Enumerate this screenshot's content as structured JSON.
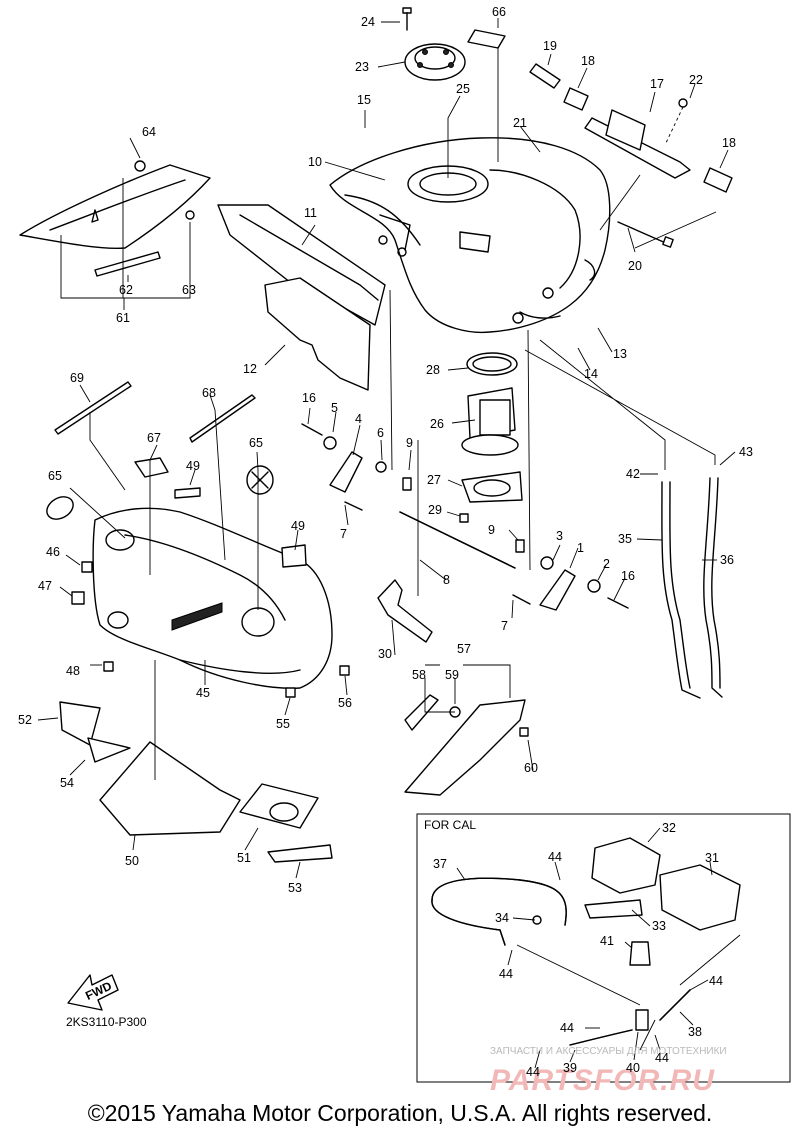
{
  "diagram": {
    "inset_title": "FOR CAL",
    "doc_code": "2KS3110-P300",
    "fwd_label": "FWD",
    "watermark_line": "ЗАПЧАСТИ И АКСЕССУАРЫ ДЛЯ МОТОТЕХНИКИ",
    "watermark_brand": "PARTSFOR.RU",
    "copyright": "©2015 Yamaha Motor Corporation, U.S.A. All rights reserved.",
    "callouts": [
      "1",
      "2",
      "3",
      "4",
      "5",
      "6",
      "7",
      "8",
      "9",
      "10",
      "11",
      "12",
      "13",
      "14",
      "15",
      "16",
      "17",
      "18",
      "19",
      "20",
      "21",
      "22",
      "23",
      "24",
      "25",
      "26",
      "27",
      "28",
      "29",
      "30",
      "31",
      "32",
      "33",
      "34",
      "35",
      "36",
      "37",
      "38",
      "39",
      "40",
      "41",
      "42",
      "43",
      "44",
      "45",
      "46",
      "47",
      "48",
      "49",
      "50",
      "51",
      "52",
      "53",
      "54",
      "55",
      "56",
      "57",
      "58",
      "59",
      "60",
      "61",
      "62",
      "63",
      "64",
      "65",
      "66",
      "67",
      "68",
      "69"
    ]
  }
}
